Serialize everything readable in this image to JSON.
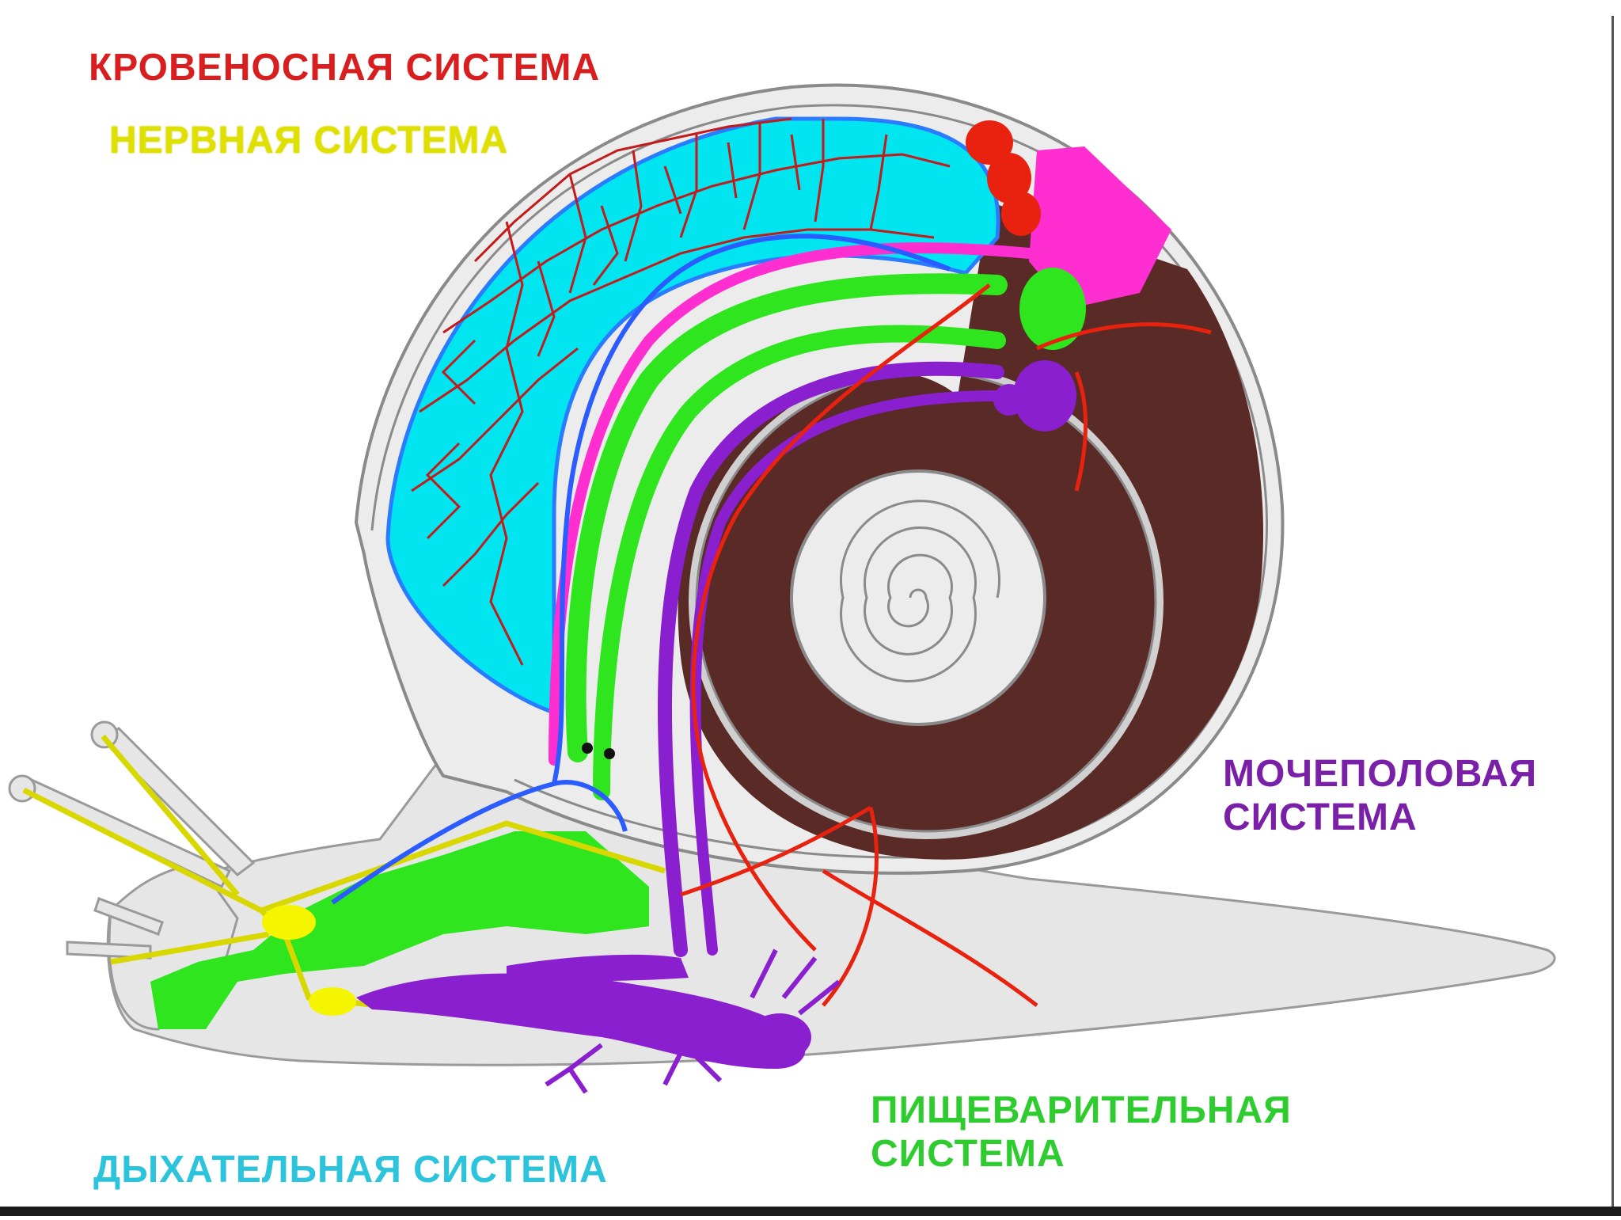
{
  "labels": {
    "blood": "КРОВЕНОСНАЯ СИСТЕМА",
    "nerve": "НЕРВНАЯ СИСТЕМА",
    "uro_line1": "МОЧЕПОЛОВАЯ",
    "uro_line2": "СИСТЕМА",
    "respiratory": "ДЫХАТЕЛЬНАЯ СИСТЕМА",
    "digestive_line1": "ПИЩЕВАРИТЕЛЬНАЯ",
    "digestive_line2": "СИСТЕМА"
  },
  "colors": {
    "blood": "#d81e1e",
    "nerve": "#e0e000",
    "urogenital": "#7a1fa8",
    "respiratory": "#2bc4dc",
    "digestive": "#2ecc2e",
    "lung": "#00e5f0",
    "shell_spiral": "#5a2a27",
    "gland": "#ff2ed0",
    "body": "#e6e6e6",
    "outline": "#9a9a9a"
  }
}
